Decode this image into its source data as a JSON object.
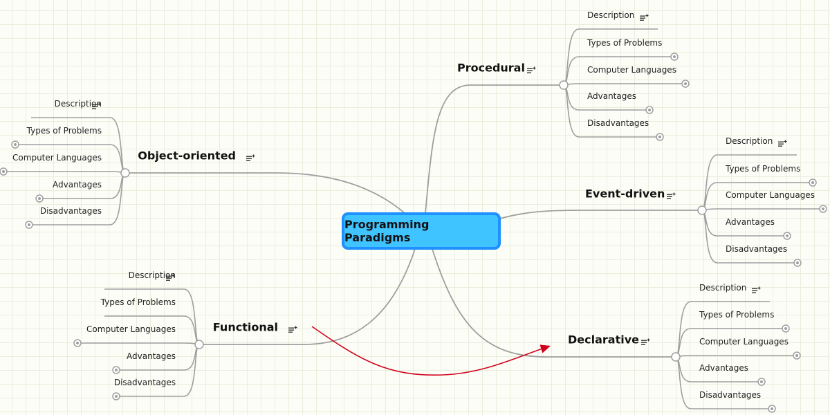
{
  "center": {
    "label": "Programming Paradigms"
  },
  "topics": [
    {
      "label": "Procedural",
      "subtopics": [
        "Description",
        "Types of Problems",
        "Computer Languages",
        "Advantages",
        "Disadvantages"
      ]
    },
    {
      "label": "Event-driven",
      "subtopics": [
        "Description",
        "Types of Problems",
        "Computer Languages",
        "Advantages",
        "Disadvantages"
      ]
    },
    {
      "label": "Declarative",
      "subtopics": [
        "Description",
        "Types of Problems",
        "Computer Languages",
        "Advantages",
        "Disadvantages"
      ]
    },
    {
      "label": "Object-oriented",
      "subtopics": [
        "Description",
        "Types of Problems",
        "Computer Languages",
        "Advantages",
        "Disadvantages"
      ]
    },
    {
      "label": "Functional",
      "subtopics": [
        "Description",
        "Types of Problems",
        "Computer Languages",
        "Advantages",
        "Disadvantages"
      ]
    }
  ],
  "colors": {
    "center_fill": "#40c4ff",
    "center_border": "#1e90ff",
    "branch": "#9e9e9e",
    "relationship": "#d0021b"
  },
  "icons": {
    "note": "note-icon",
    "collapse": "collapse-icon"
  }
}
